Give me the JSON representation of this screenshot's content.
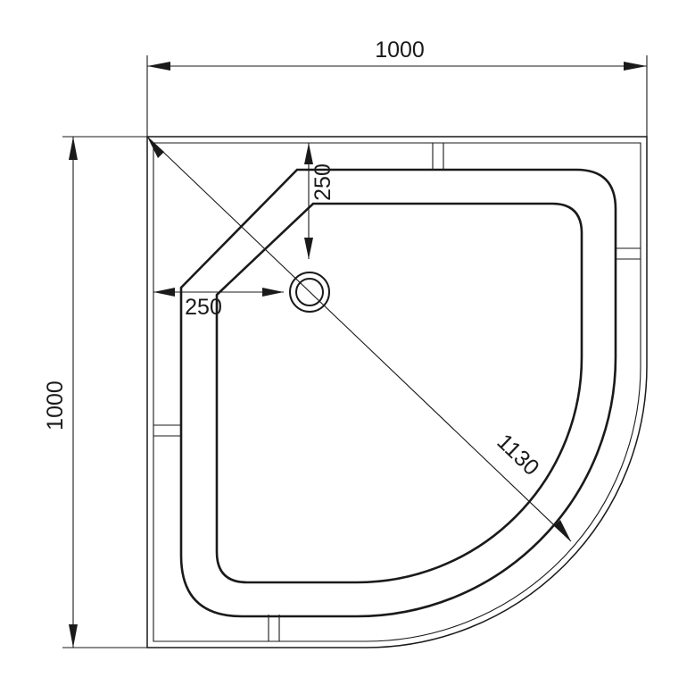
{
  "drawing": {
    "dimensions": {
      "top_width": "1000",
      "left_height": "1000",
      "corner_offset_vertical": "250",
      "corner_offset_horizontal": "250",
      "diagonal": "1130"
    },
    "colors": {
      "ink": "#1a1a1a",
      "background": "#ffffff"
    }
  }
}
